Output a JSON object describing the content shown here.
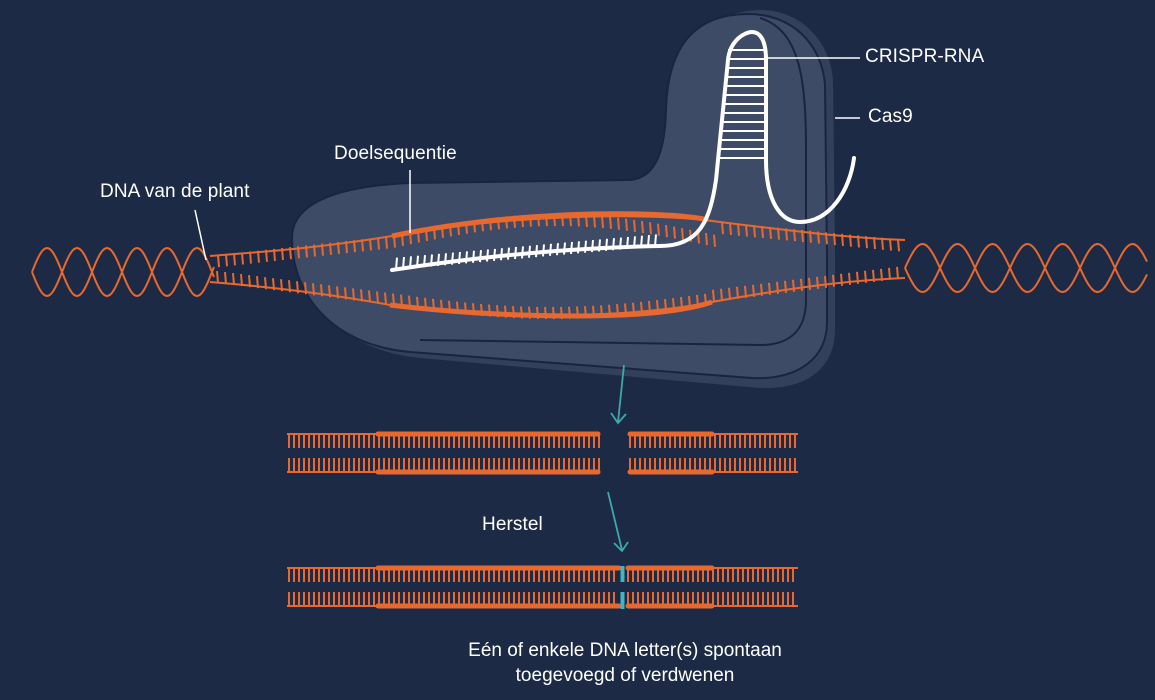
{
  "labels": {
    "crispr_rna": "CRISPR-RNA",
    "cas9": "Cas9",
    "target_sequence": "Doelsequentie",
    "plant_dna": "DNA van de plant",
    "repair": "Herstel",
    "result_line1": "Eén of enkele DNA letter(s) spontaan",
    "result_line2": "toegevoegd of verdwenen"
  },
  "colors": {
    "background": "#1c2a45",
    "dna": "#e8692f",
    "protein": "#3e4b66",
    "protein_outline": "#1a2440",
    "rna": "#ffffff",
    "arrow": "#3fa8a8",
    "repair_mark": "#3fb6c2"
  }
}
